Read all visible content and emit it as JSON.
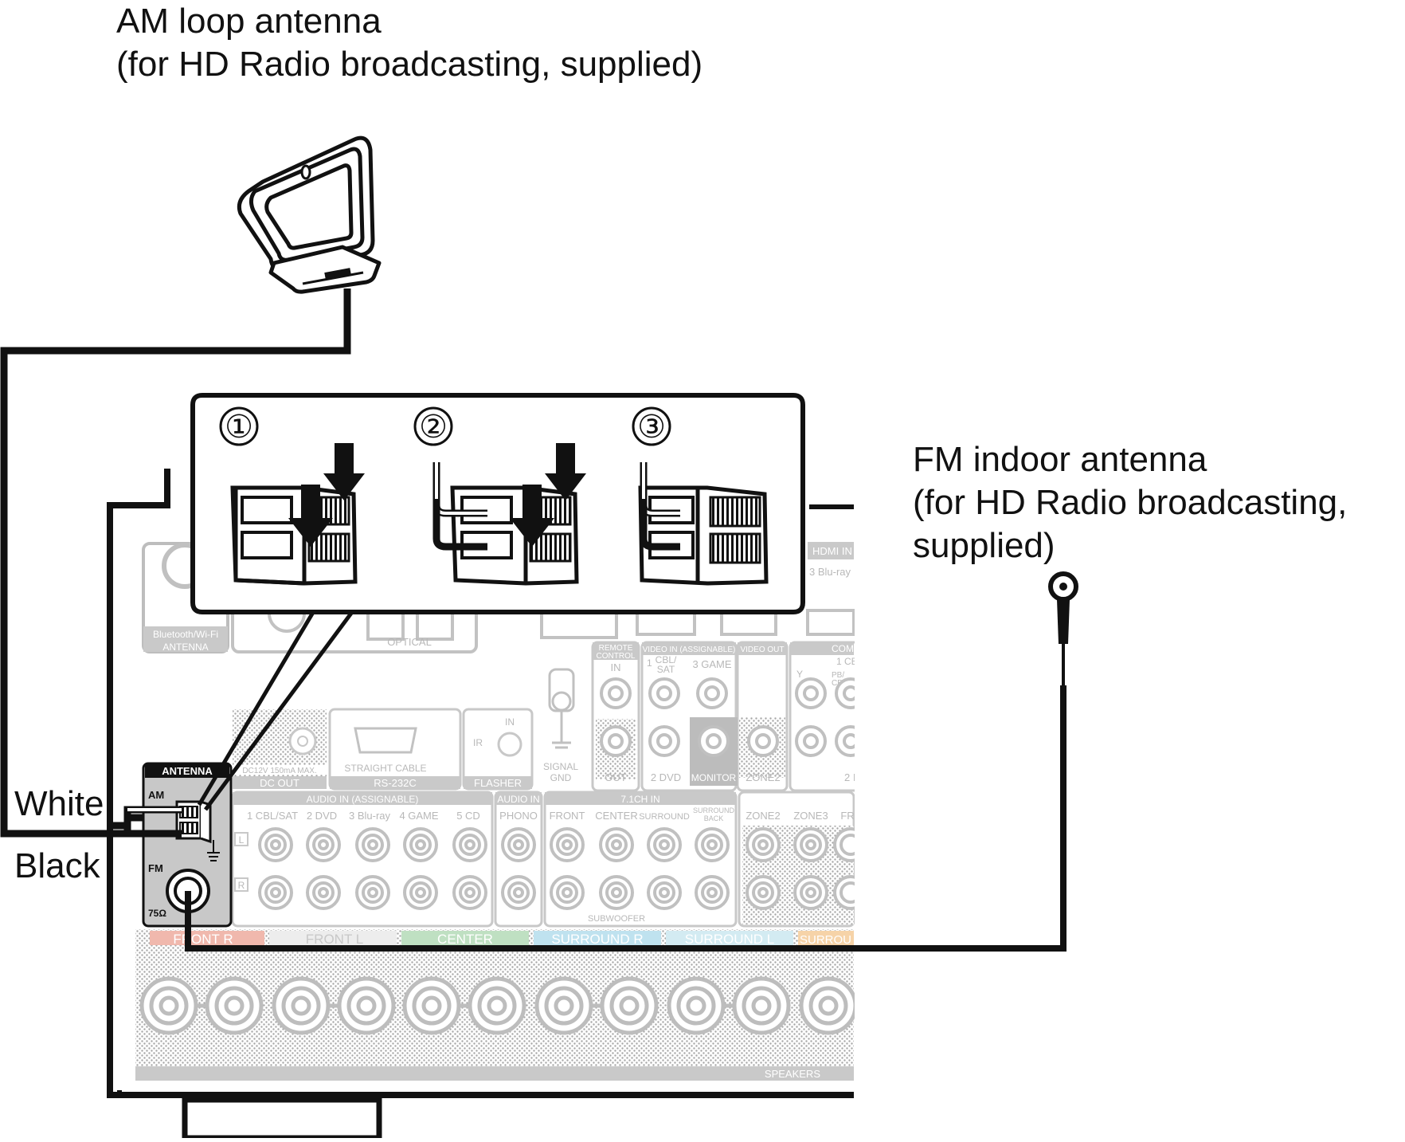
{
  "am_antenna": {
    "title": "AM loop antenna",
    "subtitle": "(for HD Radio broadcasting, supplied)"
  },
  "fm_antenna": {
    "title": "FM indoor antenna",
    "subtitle": "(for HD Radio broadcasting,",
    "subtitle2": "supplied)"
  },
  "wire_labels": {
    "white": "White",
    "black": "Black"
  },
  "steps": [
    "①",
    "②",
    "③"
  ],
  "panel": {
    "antenna_header": "ANTENNA",
    "am": "AM",
    "fm": "FM",
    "fm_impedance": "75Ω",
    "bt_antenna_1": "Bluetooth/Wi-Fi",
    "bt_antenna_2": "ANTENNA",
    "optical": "OPTICAL",
    "dc_spec": "DC12V 150mA MAX.",
    "dc_out": "DC OUT",
    "rs232_cable": "STRAIGHT CABLE",
    "rs232": "RS-232C",
    "flasher_in": "IN",
    "flasher_ir": "IR",
    "flasher": "FLASHER",
    "signal_gnd_1": "SIGNAL",
    "signal_gnd_2": "GND",
    "remote_control_1": "REMOTE",
    "remote_control_2": "CONTROL",
    "remote_in": "IN",
    "remote_out": "OUT",
    "video_in": "VIDEO IN (ASSIGNABLE)",
    "video_out": "VIDEO OUT",
    "component": "COM",
    "video_1": "1",
    "video_cbl": "CBL/",
    "video_sat": "SAT",
    "video_3game": "3 GAME",
    "video_2dvd": "2 DVD",
    "video_monitor": "MONITOR",
    "video_zone2": "ZONE2",
    "comp_1": "1 CB",
    "comp_y": "Y",
    "comp_pb": "PB/",
    "comp_cb": "CB",
    "comp_2": "2 I",
    "hdmi_in": "HDMI IN",
    "hdmi_3": "3 Blu-ray",
    "audio_in_assignable": "AUDIO IN (ASSIGNABLE)",
    "audio_in": "AUDIO IN",
    "ch71_in": "7.1CH IN",
    "audio_cols": [
      "1 CBL/SAT",
      "2 DVD",
      "3 Blu-ray",
      "4 GAME",
      "5 CD"
    ],
    "phono": "PHONO",
    "ch71_cols": [
      "FRONT",
      "CENTER",
      "SURROUND"
    ],
    "surround_back_1": "SURROUND",
    "surround_back_2": "BACK",
    "subwoofer": "SUBWOOFER",
    "zone2": "ZONE2",
    "zone3": "ZONE3",
    "zone_fr": "FR",
    "l": "L",
    "r": "R",
    "speakers": "SPEAKERS",
    "speaker_groups": [
      "FRONT R",
      "FRONT L",
      "CENTER",
      "SURROUND R",
      "SURROUND L",
      "SURROU"
    ],
    "plus": "+",
    "minus": "−"
  },
  "colors": {
    "line": "#111111",
    "panel_grey": "#c8c8c8",
    "faded": "#b5b5b5",
    "speaker_front_r": "#f0b8ad",
    "speaker_front_l": "#ededed",
    "speaker_center": "#bfe0c2",
    "speaker_surround_r": "#bfe2ef",
    "speaker_surround_l": "#d3ebf2",
    "speaker_surround_back": "#f6d3a8"
  }
}
